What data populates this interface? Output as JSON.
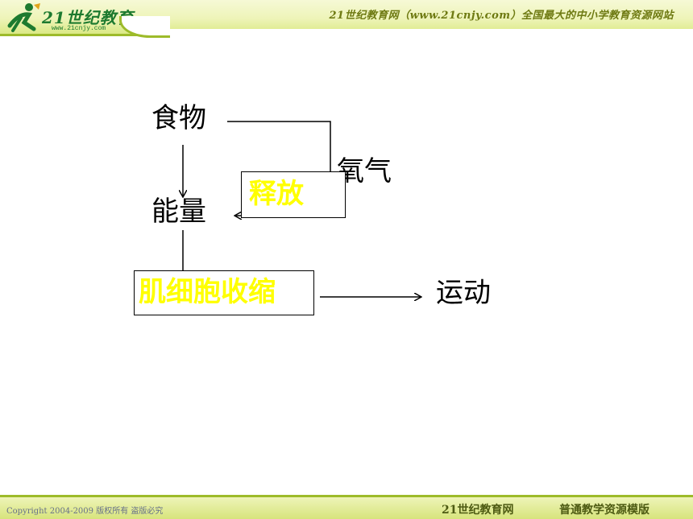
{
  "header": {
    "logo_text": "21世纪教育",
    "logo_sub": "www.21cnjy.com",
    "tagline": "21世纪教育网（www.21cnjy.com）全国最大的中小学教育资源网站"
  },
  "diagram": {
    "food": "食物",
    "energy": "能量",
    "oxygen": "氧气",
    "release": "释放",
    "muscle": "肌细胞收缩",
    "motion": "运动"
  },
  "footer": {
    "copyright": "Copyright 2004-2009 版权所有 盗版必究",
    "brand": "21世纪教育网",
    "template": "普通教学资源模版"
  },
  "colors": {
    "box_label": "#ffff00",
    "banner": "#eef4b8",
    "banner_line": "#9dbb2a"
  }
}
